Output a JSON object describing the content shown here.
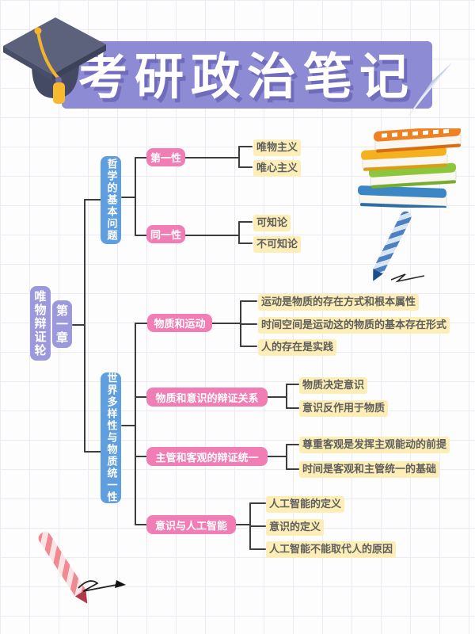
{
  "header": {
    "title": "考研政治笔记"
  },
  "mindmap": {
    "root": {
      "book_label": "唯物辩证轮",
      "chapter_label": "第一章"
    },
    "branches": [
      {
        "label": "哲学的基本问题",
        "children": [
          {
            "label": "第一性",
            "leaves": [
              "唯物主义",
              "唯心主义"
            ]
          },
          {
            "label": "同一性",
            "leaves": [
              "可知论",
              "不可知论"
            ]
          }
        ]
      },
      {
        "label": "世界多样性与物质统一性",
        "children": [
          {
            "label": "物质和运动",
            "leaves": [
              "运动是物质的存在方式和根本属性",
              "时间空间是运动这的物质的基本存在形式",
              "人的存在是实践"
            ]
          },
          {
            "label": "物质和意识的辩证关系",
            "leaves": [
              "物质决定意识",
              "意识反作用于物质"
            ]
          },
          {
            "label": "主管和客观的辩证统一",
            "leaves": [
              "尊重客观是发挥主观能动的前提",
              "时间是客观和主管统一的基础"
            ]
          },
          {
            "label": "意识与人工智能",
            "leaves": [
              "人工智能的定义",
              "意识的定义",
              "人工智能不能取代人的原因"
            ]
          }
        ]
      }
    ]
  },
  "colors": {
    "banner": "#8e8bd5",
    "title_text": "#ffffff",
    "title_shadow": "#6f6bbd",
    "root_box": "#9b98dc",
    "branch_box": "#5f9fe0",
    "sub_box": "#f07db4",
    "leaf_highlight": "#fceeb6",
    "leaf_text": "#5e5e5e",
    "connector_line": "#3d3d3d"
  },
  "decorations": {
    "icons": [
      "graduation-cap-icon",
      "paper-plane-icon",
      "book-stack-icon",
      "blue-pen-icon",
      "pink-pencil-icon",
      "pen-scribble-icon",
      "pencil-scribble-icon"
    ]
  }
}
